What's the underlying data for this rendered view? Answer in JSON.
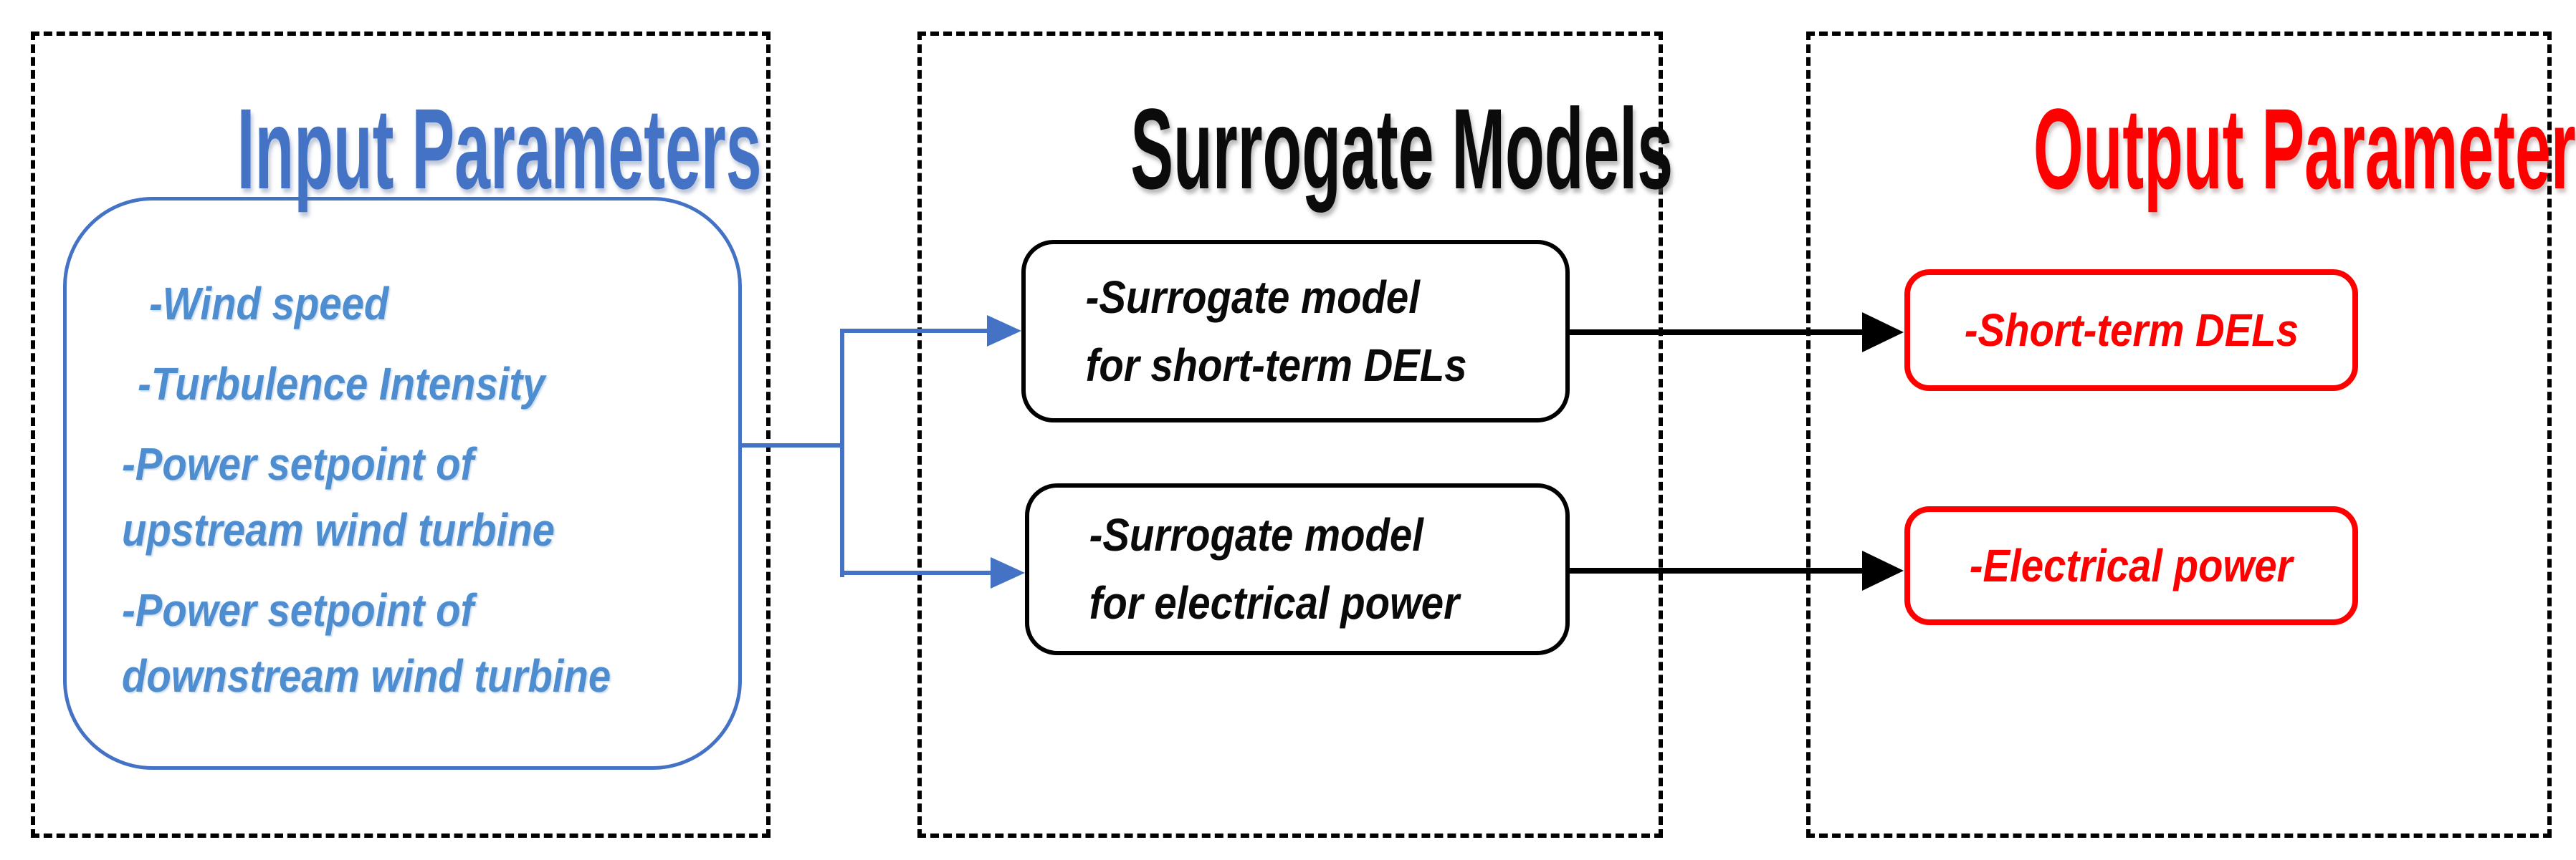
{
  "diagram": {
    "input": {
      "title": "Input Parameters",
      "items": [
        "-Wind speed",
        "-Turbulence Intensity",
        "-Power setpoint of\nupstream wind turbine",
        "-Power setpoint of\ndownstream wind turbine"
      ]
    },
    "surrogate": {
      "title": "Surrogate Models",
      "boxes": [
        {
          "label": "-Surrogate model\nfor short-term DELs"
        },
        {
          "label": "-Surrogate model\nfor electrical power"
        }
      ]
    },
    "output": {
      "title": "Output Parameters",
      "boxes": [
        {
          "label": "-Short-term DELs"
        },
        {
          "label": "-Electrical power"
        }
      ]
    },
    "colors": {
      "title_blue": "#4472C4",
      "item_blue": "#4E8ED0",
      "connector_blue": "#4472C4",
      "black": "#000000",
      "red": "#FF0000"
    }
  }
}
